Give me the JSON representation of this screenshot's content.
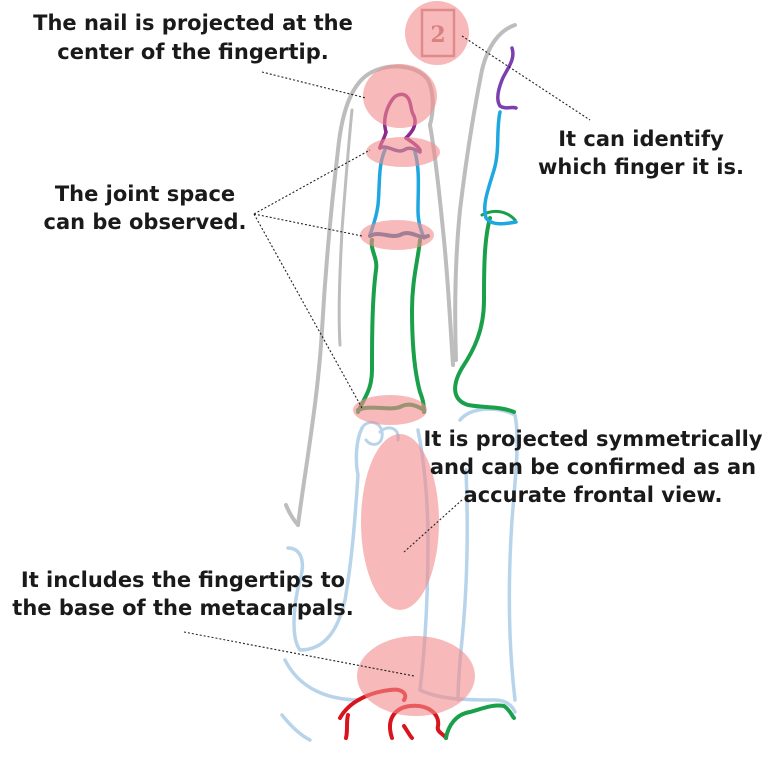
{
  "colors": {
    "highlight": "#f28b8b",
    "soft_tissue": "#bdbdbd",
    "distal_phalanx": "#8e2a8e",
    "middle_phalanx": "#1ea7e0",
    "proximal_phalanx": "#1aa04b",
    "metacarpal": "#b8d4ea",
    "neighbor_finger_purple": "#7b3fb0",
    "carpal_red": "#d9141e",
    "badge": "#d98080"
  },
  "badge": {
    "text": "2"
  },
  "annotations": {
    "nail": {
      "line1": "The nail is projected at the",
      "line2": "center of the fingertip."
    },
    "identify": {
      "line1": "It can identify",
      "line2": "which finger it is."
    },
    "joint": {
      "line1": "The joint space",
      "line2": "can be observed."
    },
    "symmetric": {
      "line1": "It is projected symmetrically",
      "line2": "and can be confirmed as an",
      "line3": "accurate frontal view."
    },
    "range": {
      "line1": "It includes the fingertips to",
      "line2": "the base of the metacarpals."
    }
  }
}
